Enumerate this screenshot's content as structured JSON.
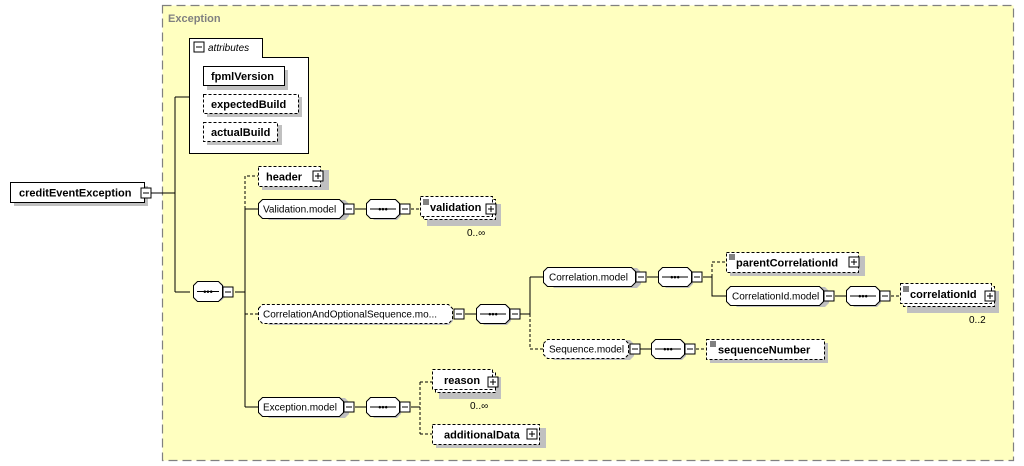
{
  "panel": {
    "title": "Exception",
    "background": "#ffffc0",
    "border": "#808080"
  },
  "root": {
    "label": "creditEventException",
    "toggle": "collapse"
  },
  "attributes": {
    "header_label": "attributes",
    "items": [
      {
        "label": "fpmlVersion",
        "required": true
      },
      {
        "label": "expectedBuild",
        "required": false
      },
      {
        "label": "actualBuild",
        "required": false
      }
    ]
  },
  "sequence_symbol": "•••",
  "elements": {
    "header": {
      "label": "header",
      "optional": true,
      "toggle": "expand"
    },
    "validation_model": {
      "label": "Validation.model",
      "toggle": "collapse"
    },
    "validation": {
      "label": "validation",
      "occurrence": "0..∞",
      "toggle": "expand"
    },
    "correlation_and_optional_sequence_model": {
      "label": "CorrelationAndOptionalSequence.mo...",
      "optional": true,
      "toggle": "collapse"
    },
    "correlation_model": {
      "label": "Correlation.model",
      "toggle": "collapse"
    },
    "parent_correlation_id": {
      "label": "parentCorrelationId",
      "optional": true,
      "toggle": "expand"
    },
    "correlation_id_model": {
      "label": "CorrelationId.model",
      "toggle": "collapse"
    },
    "correlation_id": {
      "label": "correlationId",
      "occurrence": "0..2",
      "toggle": "expand"
    },
    "sequence_model": {
      "label": "Sequence.model",
      "optional": true,
      "toggle": "collapse"
    },
    "sequence_number": {
      "label": "sequenceNumber",
      "optional": true
    },
    "exception_model": {
      "label": "Exception.model",
      "toggle": "collapse"
    },
    "reason": {
      "label": "reason",
      "occurrence": "0..∞",
      "toggle": "expand"
    },
    "additional_data": {
      "label": "additionalData",
      "optional": true,
      "toggle": "expand"
    }
  }
}
